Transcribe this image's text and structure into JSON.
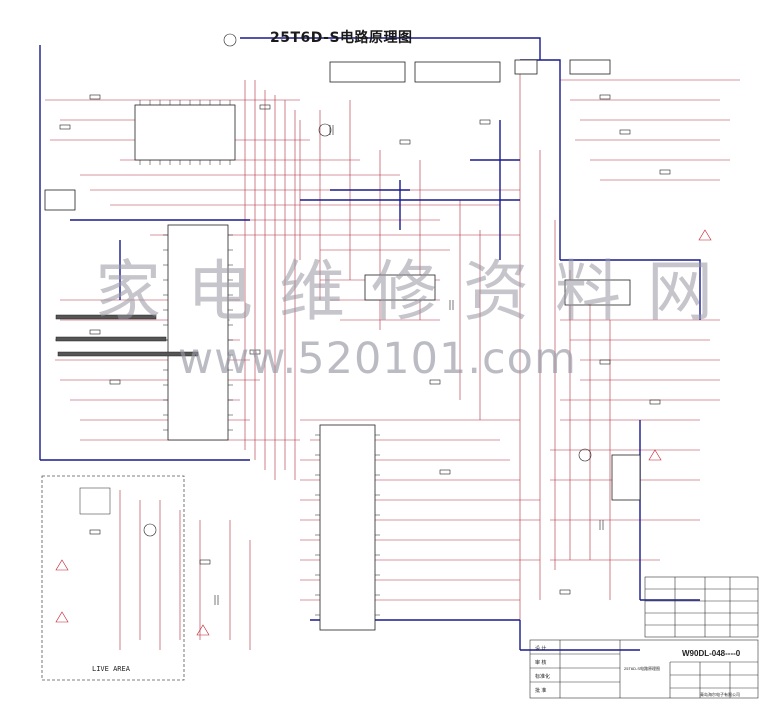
{
  "diagram": {
    "title": "25T6D-S电路原理图",
    "watermark_cn": "家电维修资料网",
    "watermark_url": "www.520101.com",
    "area_label": "LIVE AREA"
  },
  "title_block": {
    "drawing_number": "W90DL-048----0",
    "subtitle": "25T6D-S电路原理图",
    "row_labels": [
      "设 计",
      "审 核",
      "标准化",
      "批 准"
    ],
    "company": "青岛海尔电子有限公司"
  },
  "colors": {
    "wire": "#b03040",
    "bus": "#1a1a8c",
    "ink": "#222222",
    "watermark": "#9696a0"
  }
}
